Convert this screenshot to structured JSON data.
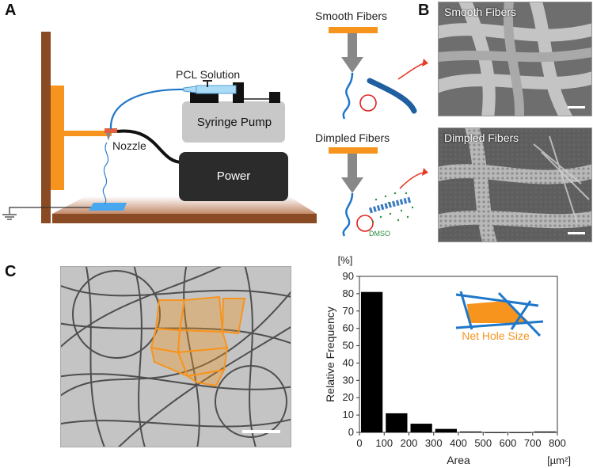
{
  "panels": {
    "a": "A",
    "b": "B",
    "c": "C"
  },
  "setup": {
    "pcl_solution": "PCL Solution",
    "syringe_pump": "Syringe Pump",
    "nozzle": "Nozzle",
    "power": "Power"
  },
  "fibers": {
    "smooth_label": "Smooth Fibers",
    "dimpled_label": "Dimpled Fibers",
    "dmso": "DMSO"
  },
  "sem": {
    "smooth_title": "Smooth Fibers",
    "dimpled_title": "Dimpled Fibers"
  },
  "inset": {
    "net_hole_size": "Net Hole Size"
  },
  "colors": {
    "orange": "#f7941d",
    "blue": "#1f77c9",
    "wood": "#8a4b24",
    "pump": "#c8c8c8",
    "power": "#2b2b2b"
  },
  "chart_data": {
    "type": "bar",
    "categories": [
      "0-100",
      "100-200",
      "200-300",
      "300-400",
      "400-500",
      "500-600",
      "600-700",
      "700-800"
    ],
    "x": [
      50,
      150,
      250,
      350,
      450,
      550,
      650,
      750
    ],
    "values": [
      81,
      11,
      5,
      2,
      0.5,
      0,
      0,
      0.5
    ],
    "xlabel": "Area",
    "ylabel": "Relative Frequency",
    "x_unit": "[µm²]",
    "y_unit": "[%]",
    "xlim": [
      0,
      800
    ],
    "ylim": [
      0,
      90
    ],
    "xticks": [
      0,
      100,
      200,
      300,
      400,
      500,
      600,
      700,
      800
    ],
    "yticks": [
      0,
      10,
      20,
      30,
      40,
      50,
      60,
      70,
      80,
      90
    ],
    "grid": false
  }
}
